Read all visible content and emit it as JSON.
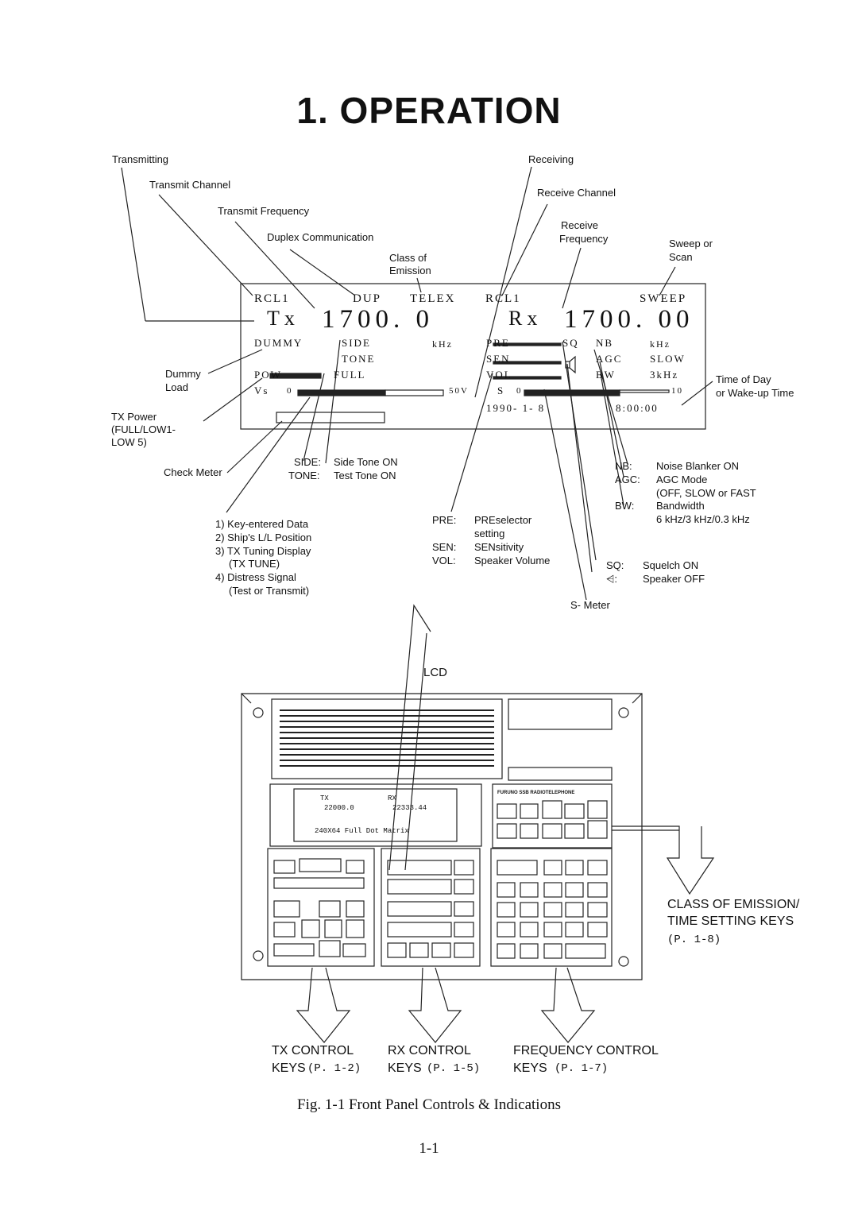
{
  "title": "1. OPERATION",
  "callouts": {
    "transmitting": "Transmitting",
    "transmit_channel": "Transmit Channel",
    "transmit_frequency": "Transmit Frequency",
    "duplex": "Duplex Communication",
    "class_emission_1": "Class of",
    "class_emission_2": "Emission",
    "receiving": "Receiving",
    "receive_channel": "Receive Channel",
    "receive_freq_1": "Receive",
    "receive_freq_2": "Frequency",
    "sweep_1": "Sweep or",
    "sweep_2": "Scan",
    "dummy_1": "Dummy",
    "dummy_2": "Load",
    "txpower_1": "TX Power",
    "txpower_2": "(FULL/LOW1-",
    "txpower_3": "LOW 5)",
    "check_meter": "Check Meter",
    "time_1": "Time of Day",
    "time_2": "or Wake-up Time",
    "side": "SIDE:",
    "side_desc": "Side Tone ON",
    "tone": "TONE:",
    "tone_desc": "Test Tone ON",
    "list_1": "1) Key-entered Data",
    "list_2": "2) Ship's L/L Position",
    "list_3": "3) TX Tuning Display",
    "list_3b": "(TX TUNE)",
    "list_4": "4) Distress Signal",
    "list_4b": "(Test or Transmit)",
    "pre": "PRE:",
    "pre_desc_1": "PREselector",
    "pre_desc_2": "setting",
    "sen": "SEN:",
    "sen_desc": "SENsitivity",
    "vol": "VOL:",
    "vol_desc": "Speaker Volume",
    "nb": "NB:",
    "nb_desc": "Noise Blanker ON",
    "agc": "AGC:",
    "agc_desc_1": "AGC Mode",
    "agc_desc_2": "(OFF, SLOW or FAST",
    "bw": "BW:",
    "bw_desc_1": "Bandwidth",
    "bw_desc_2": "6 kHz/3 kHz/0.3 kHz",
    "sq": "SQ:",
    "sq_desc": "Squelch ON",
    "spk": "⩤:",
    "spk_desc": "Speaker OFF",
    "smeter": "S- Meter",
    "lcd": "LCD"
  },
  "lcd": {
    "rcl_tx": "RCL1",
    "dup": "DUP",
    "telex": "TELEX",
    "rcl_rx": "RCL1",
    "sweep": "SWEEP",
    "tx": "Tx",
    "tx_freq": "1700. 0",
    "rx": "Rx",
    "rx_freq": "1700. 00",
    "dummy": "DUMMY",
    "side": "SIDE",
    "tone": "TONE",
    "khz": "kHz",
    "pre": "PRE",
    "sq": "SQ",
    "nb": "NB",
    "khz2": "kHz",
    "sen": "SEN",
    "agc": "AGC",
    "slow": "SLOW",
    "pow": "POW",
    "full": "FULL",
    "vol": "VOL",
    "bw": "BW",
    "bw_val": "3kHz",
    "vs": "Vs",
    "vs_0": "0",
    "vs_max": "50V",
    "s": "S",
    "s_0": "0",
    "s_max": "10",
    "date": "1990- 1- 8",
    "time": "8:00:00"
  },
  "panel": {
    "lcd_tx": "TX",
    "lcd_rx": "RX",
    "lcd_tx_val": "22000.0",
    "lcd_rx_val": "22333.44",
    "lcd_dot": "240X64   Full Dot Matrix",
    "brand": "FURUNO SSB RADIOTELEPHONE"
  },
  "keygroups": {
    "class_1": "CLASS OF EMISSION/",
    "class_2": "TIME SETTING KEYS",
    "class_3": "(P. 1-8)",
    "tx_1": "TX CONTROL",
    "tx_2": "KEYS",
    "tx_3": "(P. 1-2)",
    "rx_1": "RX CONTROL",
    "rx_2": "KEYS",
    "rx_3": "(P. 1-5)",
    "fc_1": "FREQUENCY CONTROL",
    "fc_2": "KEYS",
    "fc_3": "(P. 1-7)"
  },
  "caption": "Fig. 1-1 Front Panel Controls & Indications",
  "page_number": "1-1"
}
